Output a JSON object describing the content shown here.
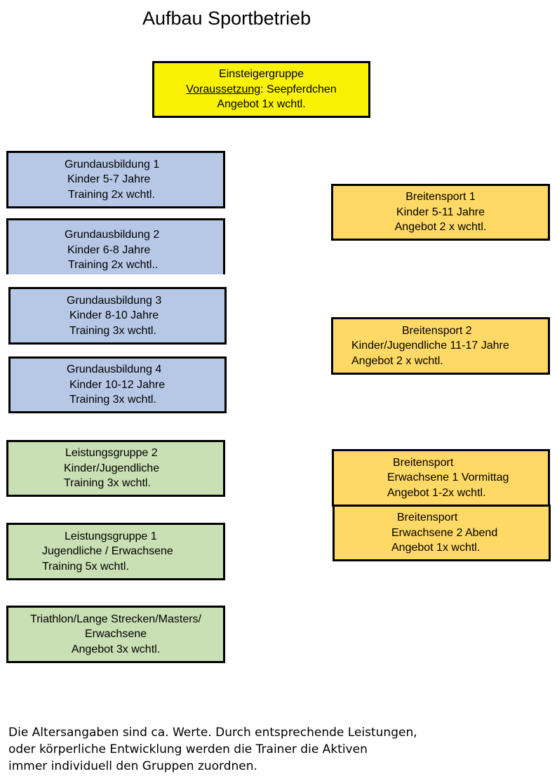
{
  "title": "Aufbau Sportbetrieb",
  "colors": {
    "einsteiger": "#FAF205",
    "grundausbildung": "#B7C8E6",
    "leistung": "#C9DFB4",
    "breitensport": "#FFD966",
    "border": "#000000"
  },
  "einsteiger": {
    "name": "Einsteigergruppe",
    "req_label": "Voraussetzung",
    "req_value": ": Seepferdchen",
    "offer": "Angebot 1x wchtl."
  },
  "grundausbildung": [
    {
      "name": "Grundausbildung 1",
      "age": "Kinder 5-7 Jahre",
      "training": "Training 2x wchtl."
    },
    {
      "name": "Grundausbildung 2",
      "age": "Kinder 6-8 Jahre",
      "training": "Training 2x wchtl.."
    },
    {
      "name": "Grundausbildung 3",
      "age": "Kinder 8-10 Jahre",
      "training": "Training 3x wchtl."
    },
    {
      "name": "Grundausbildung 4",
      "age": "Kinder 10-12 Jahre",
      "training": "Training 3x wchtl."
    }
  ],
  "leistung": [
    {
      "name": "Leistungsgruppe 2",
      "age": "Kinder/Jugendliche",
      "training": "Training 3x wchtl."
    },
    {
      "name": "Leistungsgruppe 1",
      "age": "Jugendliche / Erwachsene",
      "training": "Training 5x wchtl."
    },
    {
      "name": "Triathlon/Lange Strecken/Masters/",
      "age": "Erwachsene",
      "training": "Angebot 3x wchtl."
    }
  ],
  "breitensport": [
    {
      "name": "Breitensport 1",
      "age": "Kinder 5-11 Jahre",
      "offer": "Angebot 2 x wchtl."
    },
    {
      "name": "Breitensport 2",
      "age": "Kinder/Jugendliche 11-17 Jahre",
      "offer": "Angebot 2 x wchtl."
    },
    {
      "name": "Breitensport",
      "age": "Erwachsene 1 Vormittag",
      "offer": "Angebot 1-2x wchtl."
    },
    {
      "name": "Breitensport",
      "age": "Erwachsene 2 Abend",
      "offer": "Angebot 1x wchtl."
    }
  ],
  "footnote": [
    "Die Altersangaben sind ca. Werte. Durch entsprechende Leistungen,",
    "oder körperliche Entwicklung werden die Trainer die Aktiven",
    "immer individuell den Gruppen zuordnen."
  ]
}
